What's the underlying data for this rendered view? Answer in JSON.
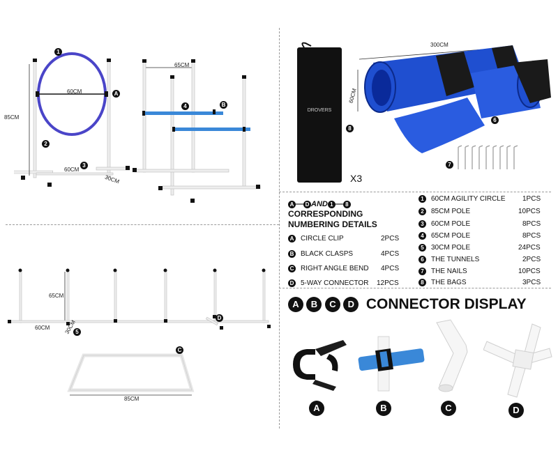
{
  "diagram": {
    "hoop_frame": {
      "badge_top": "1",
      "badge_a": "A",
      "badge_2": "2",
      "badge_3": "3",
      "height_label": "85CM",
      "width_label": "60CM",
      "base_label": "60CM",
      "depth_label": "30CM"
    },
    "hurdle_frame": {
      "width_label": "65CM",
      "badge_4": "4",
      "badge_b": "B"
    },
    "tunnel": {
      "length_label": "300CM",
      "diameter_label": "60CM",
      "badge_6": "6",
      "bag_badge": "8",
      "bag_count": "X3",
      "nails_badge": "7",
      "brand": "DROVERS"
    },
    "weave": {
      "height_label": "65CM",
      "width_label": "60CM",
      "depth_label": "30CM",
      "badge_5": "5",
      "badge_d": "D"
    },
    "square": {
      "badge_c": "C",
      "width_label": "85CM"
    }
  },
  "parts_table": {
    "header_range_start": "A",
    "header_range_end": "D",
    "header_and": "AND",
    "header_num_start": "1",
    "header_num_end": "8",
    "header_line1": "CORRESPONDING",
    "header_line2": "NUMBERING DETAILS",
    "letters": [
      {
        "badge": "A",
        "name": "CIRCLE CLIP",
        "qty": "2PCS"
      },
      {
        "badge": "B",
        "name": "BLACK CLASPS",
        "qty": "4PCS"
      },
      {
        "badge": "C",
        "name": "RIGHT ANGLE BEND",
        "qty": "4PCS"
      },
      {
        "badge": "D",
        "name": "5-WAY CONNECTOR",
        "qty": "12PCS"
      }
    ],
    "numbers": [
      {
        "badge": "1",
        "name": "60CM AGILITY CIRCLE",
        "qty": "1PCS"
      },
      {
        "badge": "2",
        "name": "85CM POLE",
        "qty": "10PCS"
      },
      {
        "badge": "3",
        "name": "60CM POLE",
        "qty": "8PCS"
      },
      {
        "badge": "4",
        "name": "65CM POLE",
        "qty": "8PCS"
      },
      {
        "badge": "5",
        "name": "30CM POLE",
        "qty": "24PCS"
      },
      {
        "badge": "6",
        "name": "THE TUNNELS",
        "qty": "2PCS"
      },
      {
        "badge": "7",
        "name": "THE NAILS",
        "qty": "10PCS"
      },
      {
        "badge": "8",
        "name": "THE BAGS",
        "qty": "3PCS"
      }
    ]
  },
  "connector_display": {
    "badges": [
      "A",
      "B",
      "C",
      "D"
    ],
    "title": "CONNECTOR DISPLAY",
    "items": [
      {
        "badge": "A"
      },
      {
        "badge": "B"
      },
      {
        "badge": "C"
      },
      {
        "badge": "D"
      }
    ]
  },
  "colors": {
    "hoop": "#4a45c8",
    "bar": "#3a88d8",
    "tunnel_blue": "#1f4fd0",
    "tunnel_black": "#1a1a1a",
    "pipe": "#f2f2f2"
  }
}
